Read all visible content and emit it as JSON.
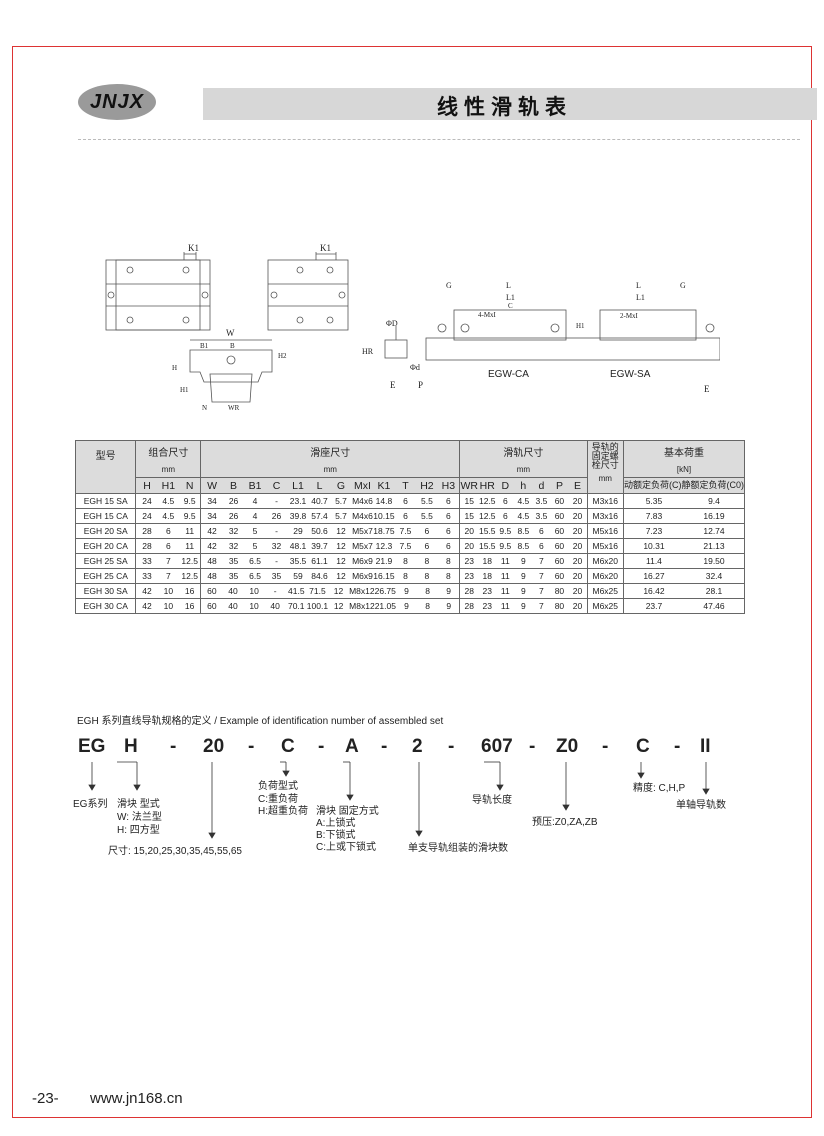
{
  "logo": "JNJX",
  "title": "线性滑轨表",
  "drawing_labels": {
    "k1": "K1",
    "w": "W",
    "b1": "B1",
    "b": "B",
    "h": "H",
    "h1": "H1",
    "h2": "H2",
    "n": "N",
    "wr": "WR",
    "phi_d_big": "ΦD",
    "phi_d_small": "Φd",
    "e": "E",
    "p": "P",
    "hr": "HR",
    "g": "G",
    "l": "L",
    "l1": "L1",
    "c": "C",
    "m4": "4-MxI",
    "m2": "2-MxI",
    "egw_ca": "EGW-CA",
    "egw_sa": "EGW-SA"
  },
  "table": {
    "headers": {
      "model": "型号",
      "combo": "组合尺寸",
      "mm": "mm",
      "block": "滑座尺寸",
      "rail": "滑轨尺寸",
      "bolt": "导轨的固定螺栓尺寸",
      "load": "基本荷重",
      "kn": "[kN]",
      "dyn": "动额定负荷(C)",
      "stat": "静额定负荷(C0)"
    },
    "combo_cols": [
      "H",
      "H1",
      "N"
    ],
    "block_cols": [
      "W",
      "B",
      "B1",
      "C",
      "L1",
      "L",
      "G",
      "MxI",
      "K1",
      "T",
      "H2",
      "H3"
    ],
    "rail_cols": [
      "WR",
      "HR",
      "D",
      "h",
      "d",
      "P",
      "E"
    ],
    "rows": [
      {
        "model": "EGH 15 SA",
        "combo": [
          "24",
          "4.5",
          "9.5"
        ],
        "block": [
          "34",
          "26",
          "4",
          "-",
          "23.1",
          "40.7",
          "5.7",
          "M4x6",
          "14.8",
          "6",
          "5.5",
          "6"
        ],
        "rail": [
          "15",
          "12.5",
          "6",
          "4.5",
          "3.5",
          "60",
          "20"
        ],
        "bolt": "M3x16",
        "c": "5.35",
        "c0": "9.4"
      },
      {
        "model": "EGH 15 CA",
        "combo": [
          "24",
          "4.5",
          "9.5"
        ],
        "block": [
          "34",
          "26",
          "4",
          "26",
          "39.8",
          "57.4",
          "5.7",
          "M4x6",
          "10.15",
          "6",
          "5.5",
          "6"
        ],
        "rail": [
          "15",
          "12.5",
          "6",
          "4.5",
          "3.5",
          "60",
          "20"
        ],
        "bolt": "M3x16",
        "c": "7.83",
        "c0": "16.19"
      },
      {
        "model": "EGH 20 SA",
        "combo": [
          "28",
          "6",
          "11"
        ],
        "block": [
          "42",
          "32",
          "5",
          "-",
          "29",
          "50.6",
          "12",
          "M5x7",
          "18.75",
          "7.5",
          "6",
          "6"
        ],
        "rail": [
          "20",
          "15.5",
          "9.5",
          "8.5",
          "6",
          "60",
          "20"
        ],
        "bolt": "M5x16",
        "c": "7.23",
        "c0": "12.74"
      },
      {
        "model": "EGH 20 CA",
        "combo": [
          "28",
          "6",
          "11"
        ],
        "block": [
          "42",
          "32",
          "5",
          "32",
          "48.1",
          "39.7",
          "12",
          "M5x7",
          "12.3",
          "7.5",
          "6",
          "6"
        ],
        "rail": [
          "20",
          "15.5",
          "9.5",
          "8.5",
          "6",
          "60",
          "20"
        ],
        "bolt": "M5x16",
        "c": "10.31",
        "c0": "21.13"
      },
      {
        "model": "EGH 25 SA",
        "combo": [
          "33",
          "7",
          "12.5"
        ],
        "block": [
          "48",
          "35",
          "6.5",
          "-",
          "35.5",
          "61.1",
          "12",
          "M6x9",
          "21.9",
          "8",
          "8",
          "8"
        ],
        "rail": [
          "23",
          "18",
          "11",
          "9",
          "7",
          "60",
          "20"
        ],
        "bolt": "M6x20",
        "c": "11.4",
        "c0": "19.50"
      },
      {
        "model": "EGH 25 CA",
        "combo": [
          "33",
          "7",
          "12.5"
        ],
        "block": [
          "48",
          "35",
          "6.5",
          "35",
          "59",
          "84.6",
          "12",
          "M6x9",
          "16.15",
          "8",
          "8",
          "8"
        ],
        "rail": [
          "23",
          "18",
          "11",
          "9",
          "7",
          "60",
          "20"
        ],
        "bolt": "M6x20",
        "c": "16.27",
        "c0": "32.4"
      },
      {
        "model": "EGH 30 SA",
        "combo": [
          "42",
          "10",
          "16"
        ],
        "block": [
          "60",
          "40",
          "10",
          "-",
          "41.5",
          "71.5",
          "12",
          "M8x12",
          "26.75",
          "9",
          "8",
          "9"
        ],
        "rail": [
          "28",
          "23",
          "11",
          "9",
          "7",
          "80",
          "20"
        ],
        "bolt": "M6x25",
        "c": "16.42",
        "c0": "28.1"
      },
      {
        "model": "EGH 30 CA",
        "combo": [
          "42",
          "10",
          "16"
        ],
        "block": [
          "60",
          "40",
          "10",
          "40",
          "70.1",
          "100.1",
          "12",
          "M8x12",
          "21.05",
          "9",
          "8",
          "9"
        ],
        "rail": [
          "28",
          "23",
          "11",
          "9",
          "7",
          "80",
          "20"
        ],
        "bolt": "M6x25",
        "c": "23.7",
        "c0": "47.46"
      }
    ]
  },
  "example": {
    "title": "EGH 系列直线导轨规格的定义 / Example of identification number of assembled set",
    "codes": [
      "EG",
      "H",
      "-",
      "20",
      "-",
      "C",
      "-",
      "A",
      "-",
      "2",
      "-",
      "607",
      "-",
      "Z0",
      "-",
      "C",
      "-",
      "II"
    ],
    "labels": {
      "eg_series": "EG系列",
      "block_type": "滑块 型式",
      "w_flange": "W: 法兰型",
      "h_square": "H: 四方型",
      "size": "尺寸: 15,20,25,30,35,45,55,65",
      "load_type": "负荷型式",
      "c_heavy": "C:重负荷",
      "h_super": "H:超重负荷",
      "fix_mode": "滑块 固定方式",
      "a_upper": "A:上锁式",
      "b_lower": "B:下锁式",
      "c_both": "C:上或下锁式",
      "blocks_per_rail": "单支导轨组装的滑块数",
      "rail_length": "导轨长度",
      "preload": "预压:Z0,ZA,ZB",
      "precision": "精度: C,H,P",
      "rails_per_axis": "单轴导轨数"
    }
  },
  "footer": {
    "page": "-23-",
    "url": "www.jn168.cn"
  }
}
